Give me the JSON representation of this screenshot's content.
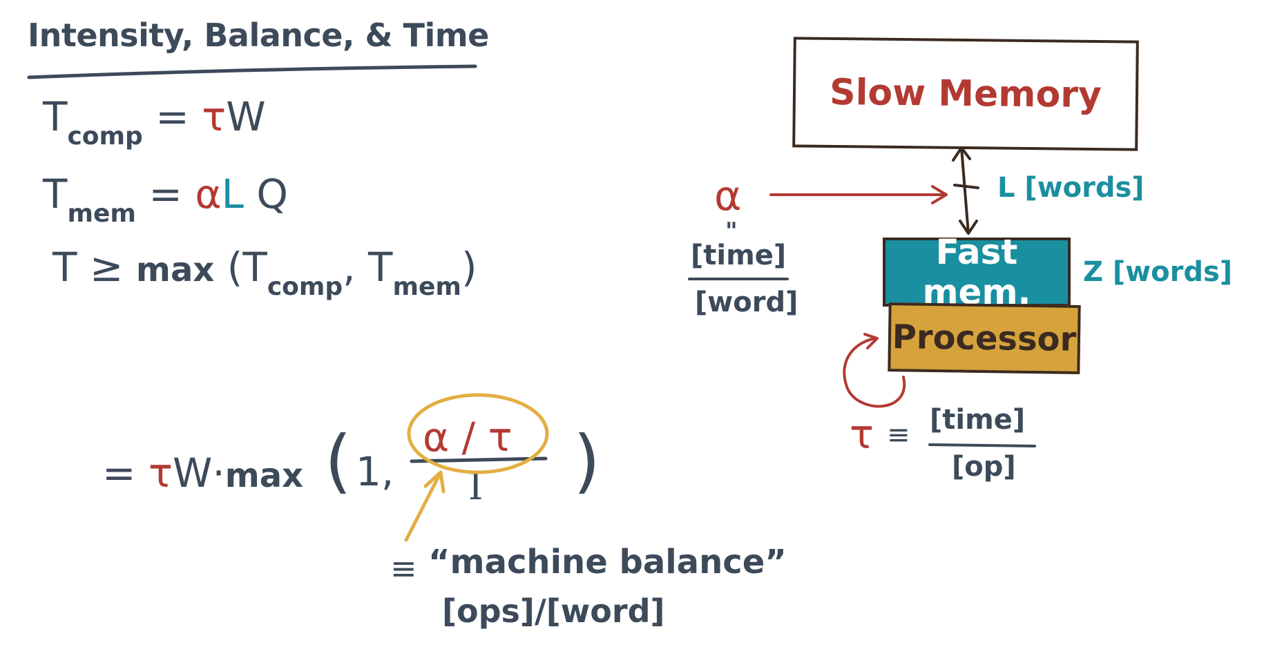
{
  "title": "Intensity, Balance, & Time",
  "equations": {
    "tcomp": {
      "T": "T",
      "sub": "comp",
      "eq": "=",
      "tau": "τ",
      "W": "W"
    },
    "tmem": {
      "T": "T",
      "sub": "mem",
      "eq": "=",
      "alpha": "α",
      "L": "L",
      "Q": "Q"
    },
    "tmax": {
      "T": "T",
      "ge": "≥",
      "max": "max",
      "open": "(",
      "sub1": "comp",
      "comma": ",",
      "sub2": "mem",
      "close": ")"
    },
    "final": {
      "eq": "=",
      "tau": "τ",
      "W": "W",
      "dot": "·",
      "max": "max",
      "open": "(",
      "one": "1",
      "comma": ",",
      "num_alpha": "α",
      "num_slash": "/",
      "num_tau": "τ",
      "den": "I",
      "close": ")"
    }
  },
  "balance_note": {
    "equiv": "≡",
    "label": "“machine balance”",
    "units": "[ops]/[word]"
  },
  "diagram": {
    "slow_memory": "Slow Memory",
    "fast_memory": "Fast mem.",
    "processor": "Processor",
    "L_label": "L [words]",
    "Z_label": "Z [words]",
    "alpha": "α",
    "alpha_equals": "\"",
    "alpha_num": "[time]",
    "alpha_den": "[word]",
    "tau": "τ",
    "tau_equiv": "≡",
    "tau_num": "[time]",
    "tau_den": "[op]"
  },
  "colors": {
    "ink": "#3c4a5a",
    "red": "#b33a32",
    "teal": "#1a8fa0",
    "gold": "#d6a23c",
    "circle": "#e3ae43",
    "box_border": "#3a2a20"
  }
}
